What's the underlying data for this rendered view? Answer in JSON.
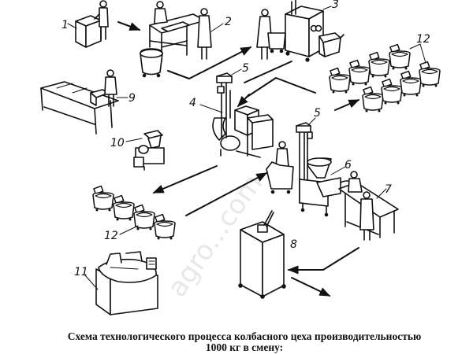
{
  "diagram": {
    "title": "Схема технологического процесса колбасного цеха производительностью",
    "subtitle": "1000 кг в смену:",
    "watermark": "agro...com",
    "labels": {
      "n1": "1",
      "n2": "2",
      "n3": "3",
      "n4": "4",
      "n5a": "5",
      "n5b": "5",
      "n6": "6",
      "n7": "7",
      "n8": "8",
      "n9": "9",
      "n10": "10",
      "n11": "11",
      "n12a": "12",
      "n12b": "12"
    },
    "components": [
      {
        "id": 1,
        "icon": "meat-container-icon"
      },
      {
        "id": 2,
        "icon": "deboning-table-icon"
      },
      {
        "id": 3,
        "icon": "meat-grinder-icon"
      },
      {
        "id": 4,
        "icon": "cutter-mixer-icon"
      },
      {
        "id": 5,
        "icon": "lift-hoist-icon"
      },
      {
        "id": 6,
        "icon": "sausage-filler-icon"
      },
      {
        "id": 7,
        "icon": "tying-table-icon"
      },
      {
        "id": 8,
        "icon": "smoking-cabinet-icon"
      },
      {
        "id": 9,
        "icon": "spice-table-icon"
      },
      {
        "id": 10,
        "icon": "ice-maker-icon"
      },
      {
        "id": 11,
        "icon": "bowl-cutter-icon"
      },
      {
        "id": 12,
        "icon": "cart-icon"
      }
    ]
  }
}
